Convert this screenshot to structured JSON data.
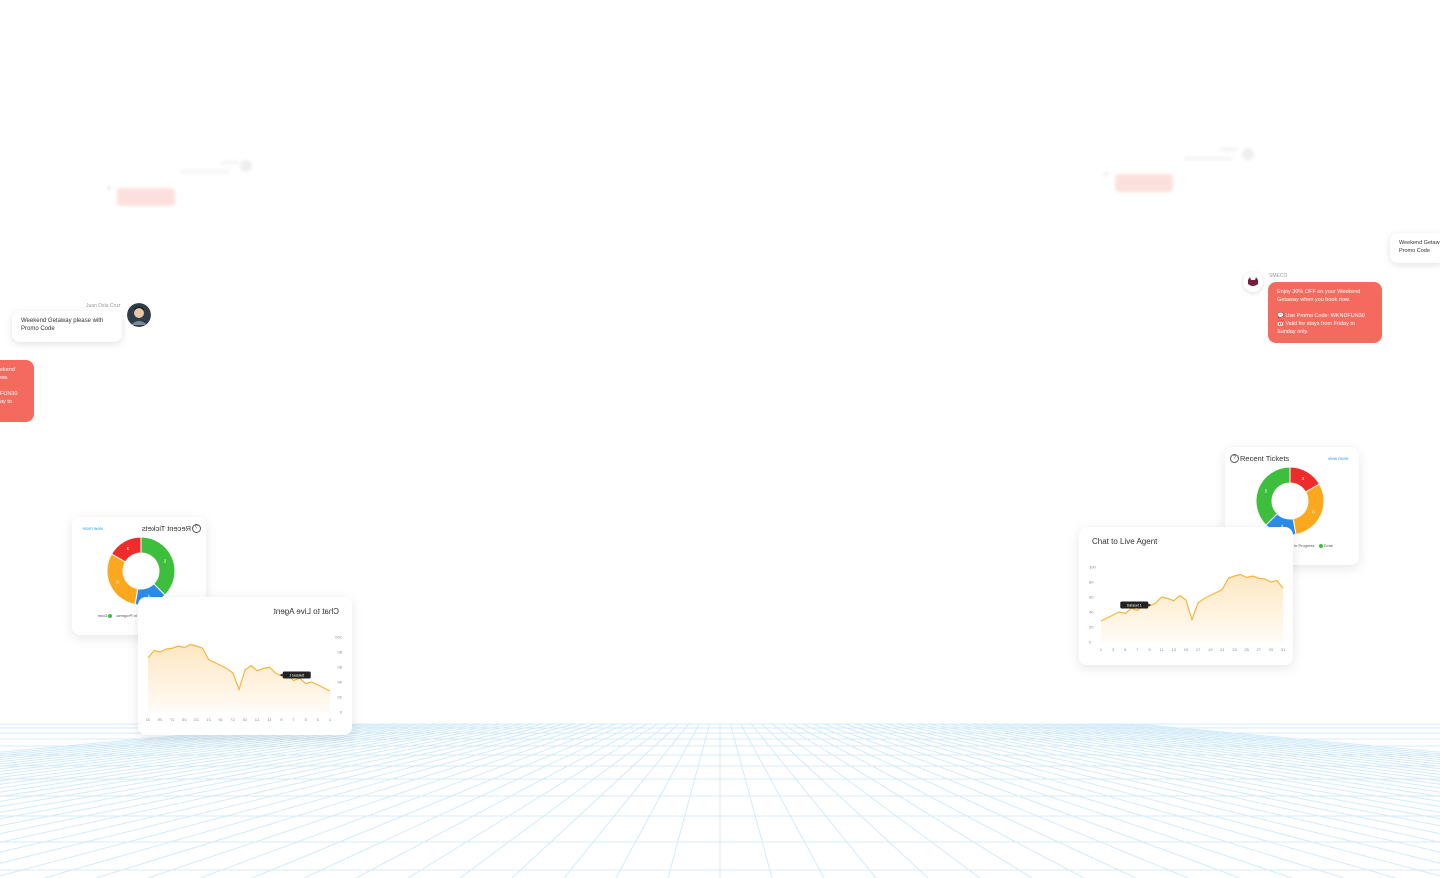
{
  "chat": {
    "user_name": "Juan Dela Cruz",
    "user_message": "Weekend Getaway please with Promo Code",
    "bot_name": "SMECO",
    "bot_message": {
      "line1": "Enjoy 30% OFF on your Weekend",
      "line2": "Getaway when you book now.",
      "line3": "💬 Use Promo Code: WKNDFUN30",
      "line4": "📅 Valid for stays from Friday to",
      "line5": "Sunday only."
    },
    "partial_right_user": {
      "line1": "Weekend Getaw",
      "line2": "Promo Code"
    },
    "partial_left_bot": {
      "line1": "ekend",
      "line2": "ow.",
      "line3": "FUN30",
      "line4": "ay to"
    }
  },
  "tickets_card": {
    "title": "Recent Tickets",
    "view_more": "view more",
    "legend": [
      {
        "label": "In Progress",
        "color": "#2b8de8"
      },
      {
        "label": "Done",
        "color": "#3dbf3d"
      }
    ],
    "colors": {
      "red": "#f02b2b",
      "green": "#3dbf3d",
      "orange": "#fca81f",
      "blue": "#2b8de8"
    },
    "segment_labels": [
      "3",
      "5",
      "6",
      "4"
    ]
  },
  "chart_card": {
    "title": "Chat to Live Agent",
    "tooltip": "Dataset 1",
    "y_ticks": [
      "100",
      "80",
      "60",
      "40",
      "20",
      "0"
    ],
    "x_ticks": [
      "1",
      "3",
      "5",
      "7",
      "9",
      "11",
      "13",
      "15",
      "17",
      "19",
      "21",
      "23",
      "25",
      "27",
      "29",
      "31"
    ],
    "line_color": "#f4b53f",
    "fill_color": "#fde7c2"
  },
  "chart_data": {
    "type": "area",
    "title": "Chat to Live Agent",
    "ylim": [
      0,
      100
    ],
    "x": [
      1,
      2,
      3,
      4,
      5,
      6,
      7,
      8,
      9,
      10,
      11,
      12,
      13,
      14,
      15,
      16,
      17,
      18,
      19,
      20,
      21,
      22,
      23,
      24,
      25,
      26,
      27,
      28,
      29,
      30,
      31
    ],
    "series": [
      {
        "name": "Dataset 1",
        "values": [
          28,
          32,
          36,
          40,
          38,
          45,
          42,
          50,
          48,
          52,
          60,
          58,
          55,
          62,
          56,
          30,
          52,
          58,
          62,
          66,
          70,
          85,
          88,
          90,
          86,
          88,
          85,
          84,
          80,
          82,
          72
        ]
      }
    ]
  }
}
